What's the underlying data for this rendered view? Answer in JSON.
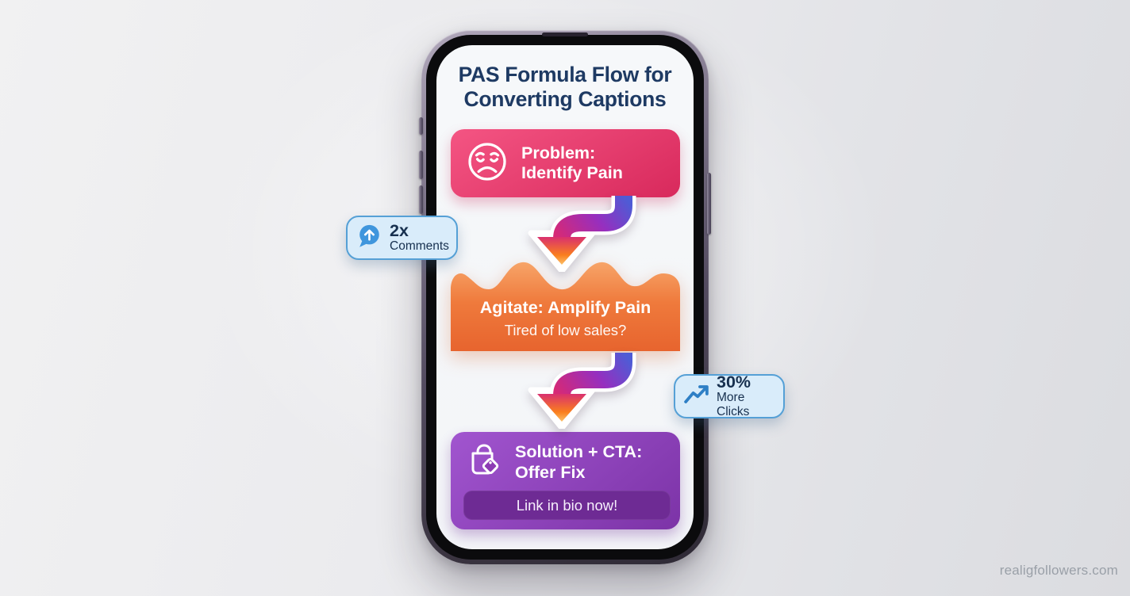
{
  "title": {
    "line1": "PAS Formula Flow for",
    "line2": "Converting Captions"
  },
  "steps": [
    {
      "name": "problem",
      "icon": "sad-face-icon",
      "line1": "Problem:",
      "line2": "Identify Pain"
    },
    {
      "name": "agitate",
      "title": "Agitate: Amplify Pain",
      "subtitle": "Tired of low sales?"
    },
    {
      "name": "solution",
      "icon": "shopping-bag-icon",
      "line1": "Solution + CTA:",
      "line2": "Offer Fix",
      "cta_label": "Link in bio now!"
    }
  ],
  "callouts": [
    {
      "icon": "chat-bubble-up-icon",
      "value": "2x",
      "label": "Comments"
    },
    {
      "icon": "trend-up-icon",
      "value": "30%",
      "label": "More Clicks"
    }
  ],
  "watermark": "realigfollowers.com",
  "colors": {
    "title-navy": "#1e3a63",
    "problem-from": "#f45583",
    "problem-to": "#d8295c",
    "agitate-from": "#f7a468",
    "agitate-mid": "#ef7a3c",
    "agitate-to": "#e7642e",
    "solution-from": "#a155cf",
    "solution-to": "#7c33a7",
    "cta-bg": "#6e2b94",
    "cta-text": "#f6eefc",
    "callout-bg": "#d9ecfa",
    "callout-border": "#55a0d6",
    "callout-text": "#17304f",
    "callout-icon": "#3f96dd",
    "ig-blue": "#4f5bd5",
    "ig-purple": "#962fbf",
    "ig-pink": "#d62976",
    "ig-orange": "#fa7e1e",
    "ig-yellow": "#fcd07a",
    "watermark-gray": "#9aa0a8"
  }
}
